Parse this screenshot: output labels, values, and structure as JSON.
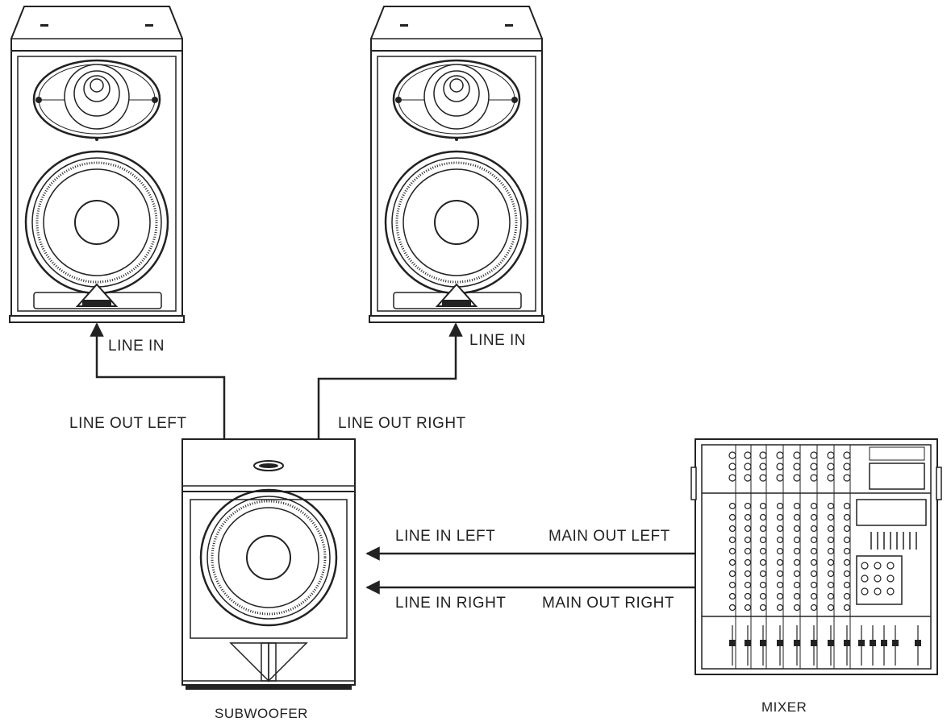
{
  "devices": {
    "speaker_left": {
      "name": ""
    },
    "speaker_right": {
      "name": ""
    },
    "subwoofer": {
      "name": "SUBWOOFER"
    },
    "mixer": {
      "name": "MIXER"
    }
  },
  "connections": {
    "sub_to_left": {
      "from": "LINE OUT LEFT",
      "to": "LINE IN"
    },
    "sub_to_right": {
      "from": "LINE OUT RIGHT",
      "to": "LINE IN"
    },
    "mixer_left": {
      "from": "MAIN OUT LEFT",
      "to": "LINE IN LEFT"
    },
    "mixer_right": {
      "from": "MAIN OUT RIGHT",
      "to": "LINE IN RIGHT"
    }
  },
  "colors": {
    "line": "#222222",
    "background": "#ffffff"
  }
}
